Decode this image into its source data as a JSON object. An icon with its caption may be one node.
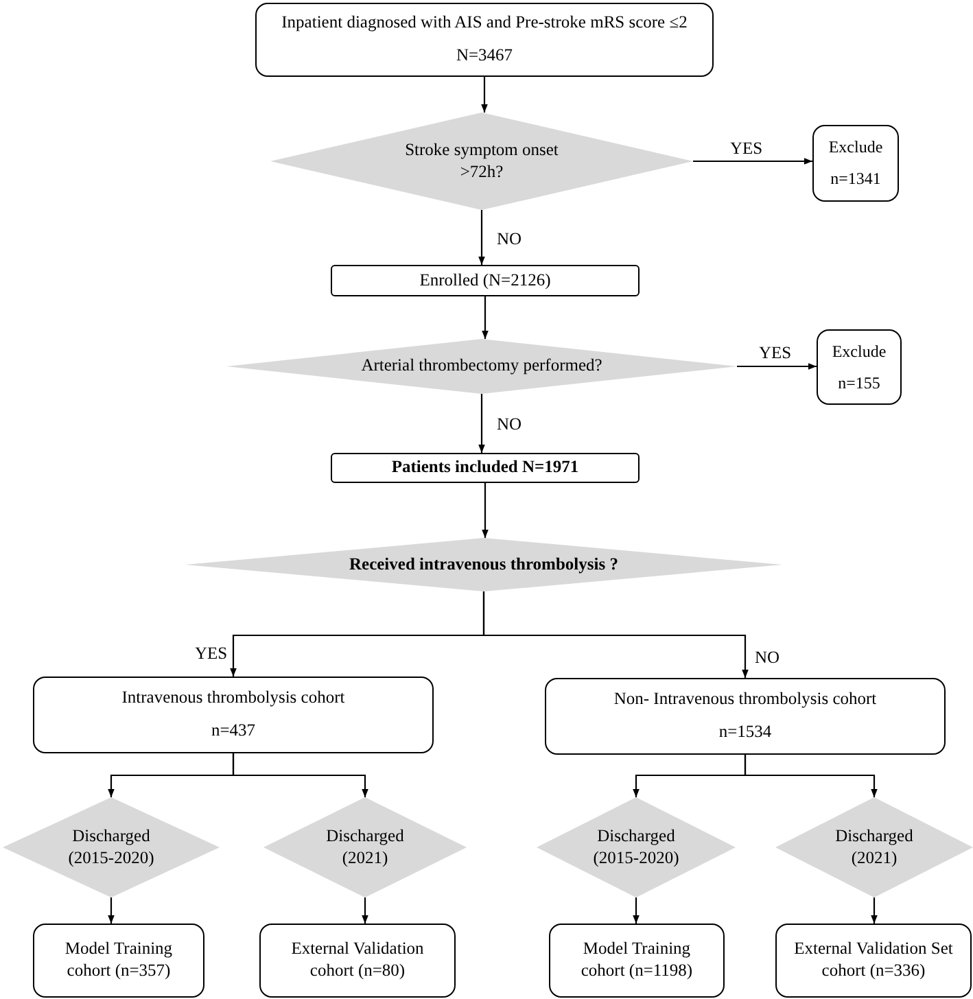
{
  "diagram": {
    "nodes": [
      {
        "text": [
          "Inpatient diagnosed with AIS and Pre-stroke mRS score ≤2",
          "N=3467"
        ]
      },
      {
        "text": [
          "Stroke symptom onset >72h?"
        ]
      },
      {
        "text": [
          "Exclude",
          "n=1341"
        ]
      },
      {
        "text": [
          "Enrolled (N=2126)"
        ]
      },
      {
        "text": [
          "Arterial thrombectomy performed?"
        ]
      },
      {
        "text": [
          "Exclude",
          "n=155"
        ]
      },
      {
        "text": [
          "Patients included N=1971"
        ]
      },
      {
        "text": [
          "Received intravenous thrombolysis ?"
        ]
      },
      {
        "text": [
          "Intravenous thrombolysis cohort",
          "n=437"
        ]
      },
      {
        "text": [
          "Non- Intravenous thrombolysis cohort",
          "n=1534"
        ]
      },
      {
        "text": [
          "Discharged (2015-2020)"
        ]
      },
      {
        "text": [
          "Discharged (2021)"
        ]
      },
      {
        "text": [
          "Discharged (2015-2020)"
        ]
      },
      {
        "text": [
          "Discharged (2021)"
        ]
      },
      {
        "text": [
          "Model Training cohort (n=357)"
        ]
      },
      {
        "text": [
          "External Validation cohort (n=80)"
        ]
      },
      {
        "text": [
          "Model Training cohort (n=1198)"
        ]
      },
      {
        "text": [
          "External Validation Set cohort (n=336)"
        ]
      }
    ],
    "edges": [
      {
        "from": 0,
        "to": 1,
        "arrow": "to"
      },
      {
        "from": 1,
        "to": 2,
        "arrow": "to",
        "label": "YES"
      },
      {
        "from": 1,
        "to": 3,
        "arrow": "to",
        "label": "NO"
      },
      {
        "from": 3,
        "to": 4,
        "arrow": "to"
      },
      {
        "from": 4,
        "to": 5,
        "arrow": "to",
        "label": "YES"
      },
      {
        "from": 4,
        "to": 6,
        "arrow": "to",
        "label": "NO"
      },
      {
        "from": 6,
        "to": 7,
        "arrow": "to"
      },
      {
        "from": 7,
        "to": 8,
        "arrow": "to",
        "label": "YES"
      },
      {
        "from": 7,
        "to": 9,
        "arrow": "to",
        "label": "NO"
      },
      {
        "from": 8,
        "to": 10,
        "arrow": "to"
      },
      {
        "from": 8,
        "to": 11,
        "arrow": "to"
      },
      {
        "from": 9,
        "to": 12,
        "arrow": "to"
      },
      {
        "from": 9,
        "to": 13,
        "arrow": "to"
      },
      {
        "from": 10,
        "to": 14,
        "arrow": "to"
      },
      {
        "from": 11,
        "to": 15,
        "arrow": "to"
      },
      {
        "from": 12,
        "to": 16,
        "arrow": "to"
      },
      {
        "from": 13,
        "to": 17,
        "arrow": "to"
      }
    ]
  }
}
